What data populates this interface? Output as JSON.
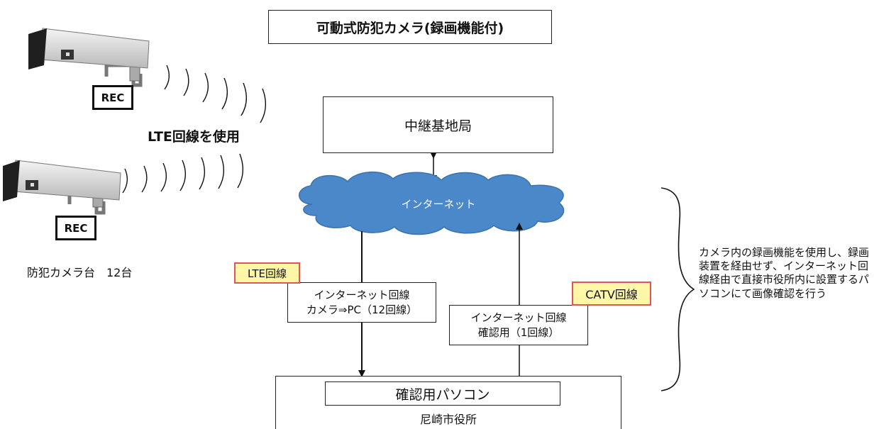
{
  "title": "可動式防犯カメラ(録画機能付)",
  "relay_station": "中継基地局",
  "internet": "インターネット",
  "lte_usage": "LTE回線を使用",
  "cameras": {
    "rec_label": "REC",
    "count_label": "防犯カメラ台　12台"
  },
  "lte_tag": "LTE回線",
  "lte_line": {
    "line1": "インターネット回線",
    "line2": "カメラ⇒PC（12回線）"
  },
  "catv_tag": "CATV回線",
  "catv_line": {
    "line1": "インターネット回線",
    "line2": "確認用（1回線）"
  },
  "pc": "確認用パソコン",
  "site": "尼崎市役所",
  "note": "カメラ内の録画機能を使用し、録画装置を経由せず、インターネット回線経由で直接市役所内に設置するパソコンにて画像確認を行う",
  "colors": {
    "cloud": "#4a88c9",
    "tag_border": "#e0555b",
    "tag_fill": "#fff6a8"
  }
}
